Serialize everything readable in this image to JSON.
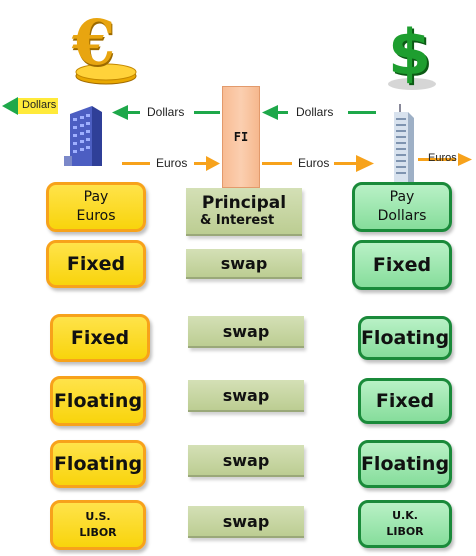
{
  "top": {
    "euro_symbol": "€",
    "dollar_symbol": "$",
    "fi_label": "FI",
    "arrow_dollars_left": "Dollars",
    "arrow_dollars_mid": "Dollars",
    "arrow_dollars_right": "Dollars",
    "arrow_euros_left": "Euros",
    "arrow_euros_mid": "Euros",
    "arrow_euros_right": "Euros"
  },
  "header": {
    "left": [
      "Pay",
      "Euros"
    ],
    "middle": [
      "Principal",
      "& Interest"
    ],
    "right": [
      "Pay",
      "Dollars"
    ]
  },
  "rows": [
    {
      "left": "Fixed",
      "middle": "swap",
      "right": "Fixed"
    },
    {
      "left": "Fixed",
      "middle": "swap",
      "right": "Floating"
    },
    {
      "left": "Floating",
      "middle": "swap",
      "right": "Fixed"
    },
    {
      "left": "Floating",
      "middle": "swap",
      "right": "Floating"
    },
    {
      "left": [
        "U.S.",
        "LIBOR"
      ],
      "middle": "swap",
      "right": [
        "U.K.",
        "LIBOR"
      ]
    }
  ],
  "colors": {
    "yellow_fill": "#f8d40c",
    "yellow_border": "#f7a21b",
    "green_fill": "#86dd9b",
    "green_border": "#1a8a3a",
    "swap_fill": "#c6d59e",
    "fi_fill": "#f8c09a",
    "arrow_green": "#1ea84a",
    "arrow_orange": "#f7a21b"
  }
}
